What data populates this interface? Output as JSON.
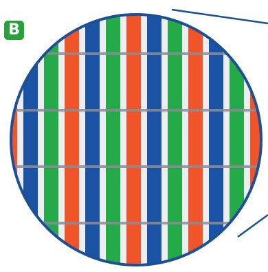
{
  "panel": {
    "label": "B"
  },
  "colors": {
    "badge": "#2aa03c",
    "red": "#f0552a",
    "green": "#25aa4a",
    "blue": "#1b53a4",
    "outline": "#1d4f97",
    "gridline": "#8c8c96"
  },
  "illustration": {
    "subject": "magnified-rgb-subpixel-grid",
    "subpixel_order": [
      "red",
      "blue",
      "green"
    ]
  }
}
